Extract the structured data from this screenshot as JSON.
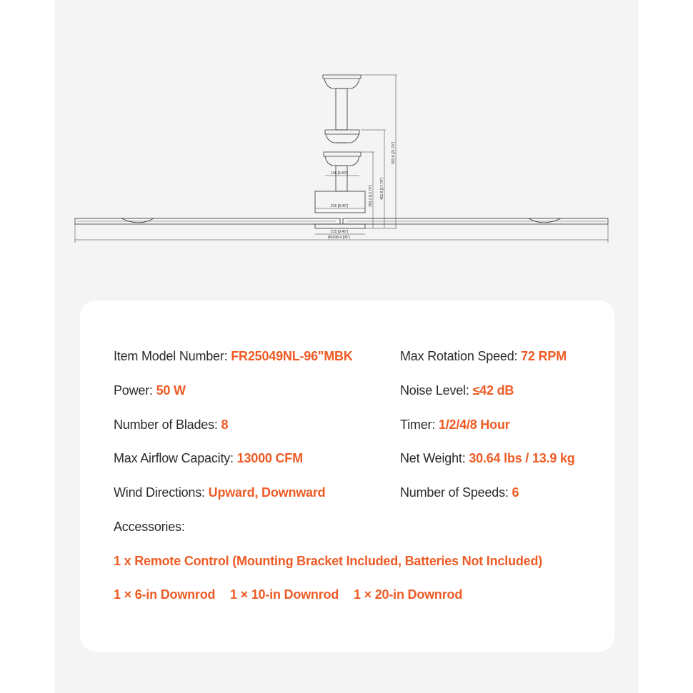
{
  "drawing": {
    "dim_fan_body_width": "146 [5.83\"]",
    "dim_housing_width": "215 [8.46\"]",
    "dim_motor_width": "215 [8.46\"]",
    "dim_total_span": "Ø2438.4 [96\"]",
    "dim_height_short": "350.2 [13.79\"]",
    "dim_height_mid": "451.8 [17.79\"]",
    "dim_height_tall": "553.8 [21.79\"]"
  },
  "specs": {
    "left": [
      {
        "label": "Item Model Number: ",
        "value": "FR25049NL-96\"MBK"
      },
      {
        "label": "Power: ",
        "value": "50 W"
      },
      {
        "label": "Number of Blades: ",
        "value": "8"
      },
      {
        "label": "Max Airflow Capacity: ",
        "value": "13000 CFM"
      },
      {
        "label": "Wind Directions: ",
        "value": "Upward, Downward"
      }
    ],
    "right": [
      {
        "label": "Max Rotation Speed: ",
        "value": "72 RPM"
      },
      {
        "label": "Noise Level: ",
        "value": "≤42 dB"
      },
      {
        "label": "Timer: ",
        "value": "1/2/4/8 Hour"
      },
      {
        "label": "Net Weight: ",
        "value": "30.64 lbs / 13.9 kg"
      },
      {
        "label": "Number of Speeds: ",
        "value": "6"
      }
    ],
    "accessories_label": "Accessories:",
    "accessories": [
      "1 x Remote Control (Mounting Bracket Included, Batteries Not Included)",
      "1 × 6-in Downrod",
      "1 × 10-in Downrod",
      "1 × 20-in Downrod"
    ]
  },
  "colors": {
    "accent": "#ee5b25",
    "panel": "#f4f4f4",
    "text": "#2a2a2a"
  }
}
